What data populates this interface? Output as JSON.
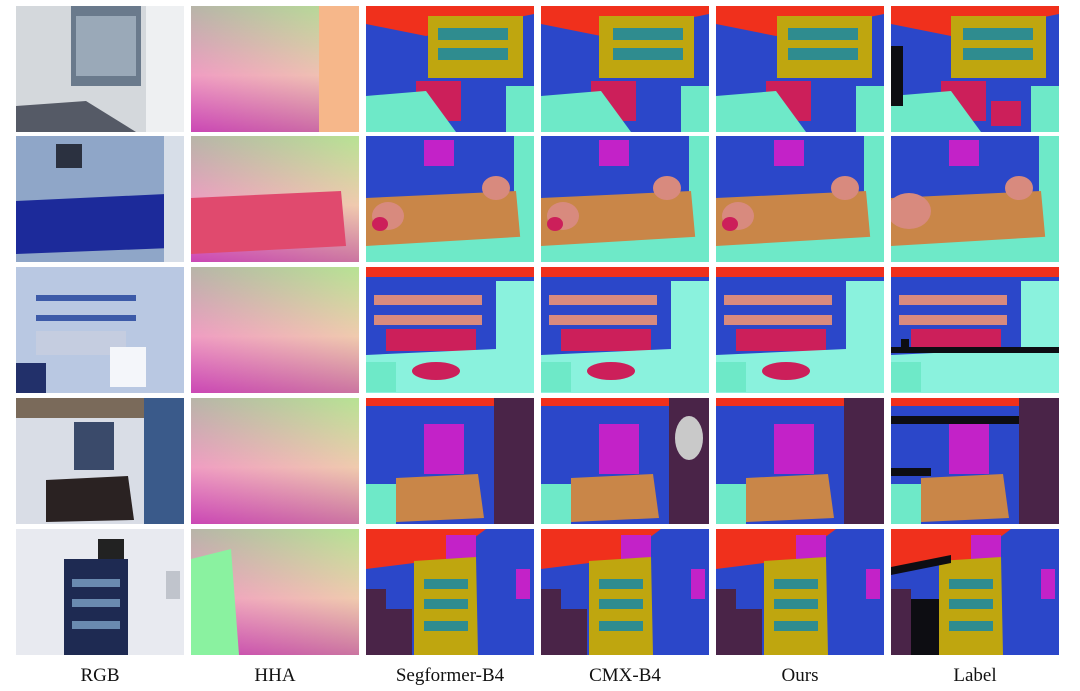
{
  "figure": {
    "columns": [
      {
        "key": "rgb",
        "label": "RGB"
      },
      {
        "key": "hha",
        "label": "HHA"
      },
      {
        "key": "segformer",
        "label": "Segformer-B4"
      },
      {
        "key": "cmx",
        "label": "CMX-B4"
      },
      {
        "key": "ours",
        "label": "Ours"
      },
      {
        "key": "label",
        "label": "Label"
      }
    ],
    "rows": [
      {
        "scene": "office-hallway-bookshelves"
      },
      {
        "scene": "living-room-sofa"
      },
      {
        "scene": "office-shelves-whiteboard"
      },
      {
        "scene": "lounge-leather-sofa"
      },
      {
        "scene": "bookshelf-corridor"
      }
    ]
  },
  "palette": {
    "wall": "#2b47c9",
    "ceiling": "#f0301c",
    "floor": "#6ee9c8",
    "furniture": "#cc1f5a",
    "sofa": "#c98648",
    "picture": "#c322c8",
    "cabinet": "#bfa60f",
    "books": "#2f8c8f",
    "door": "#4a2448",
    "window": "#8af2dd",
    "pillow": "#d88a7e",
    "void": "#0d0d12"
  }
}
